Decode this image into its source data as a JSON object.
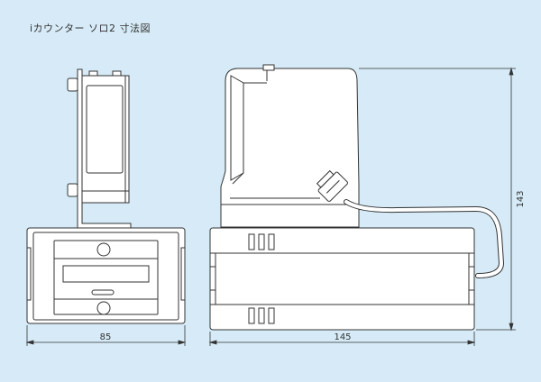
{
  "title": "iカウンター ソロ2 寸法図",
  "dimensions": {
    "width_front": "85",
    "width_side": "145",
    "height_side": "143"
  },
  "colors": {
    "background": "#d6ebf7",
    "body_fill": "#ffffff",
    "line": "#333333"
  }
}
